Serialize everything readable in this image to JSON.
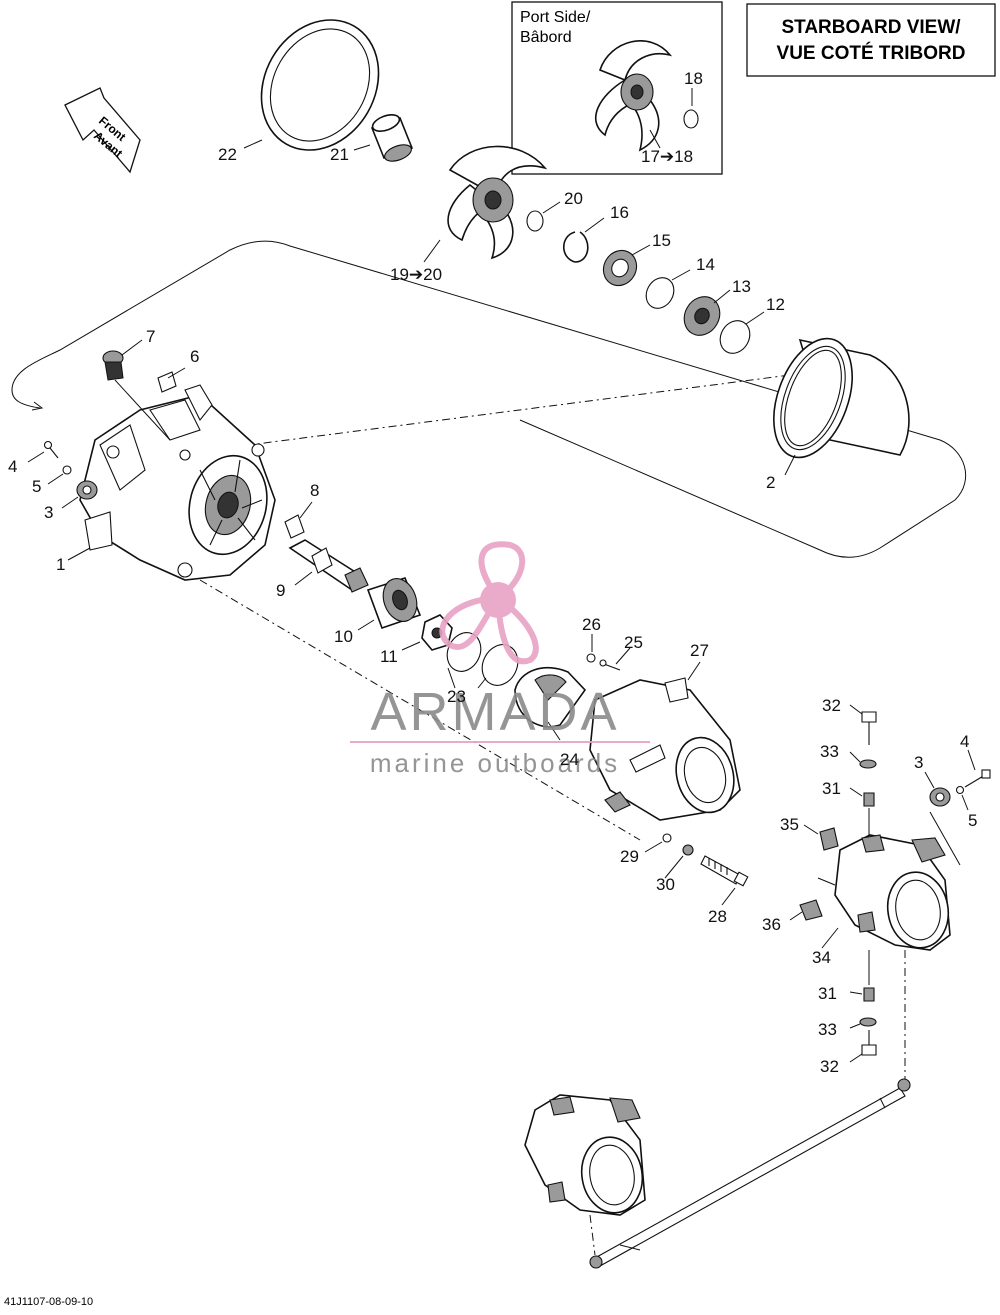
{
  "view_title": {
    "line1": "STARBOARD VIEW/",
    "line2": "VUE COTÉ TRIBORD"
  },
  "inset": {
    "label_line1": "Port Side/",
    "label_line2": "Bâbord",
    "callouts": [
      "18",
      "17➔18"
    ]
  },
  "front_arrow": {
    "line1": "Front",
    "line2": "Avant"
  },
  "watermark": {
    "brand": "ARMADA",
    "tagline": "marine outboards",
    "colors": {
      "brand": "#8a8a8a",
      "accent": "#e7a3c4"
    }
  },
  "callouts": {
    "c1": "1",
    "c2": "2",
    "c3a": "3",
    "c3b": "3",
    "c4a": "4",
    "c4b": "4",
    "c5a": "5",
    "c5b": "5",
    "c6": "6",
    "c7": "7",
    "c8": "8",
    "c9": "9",
    "c10": "10",
    "c11": "11",
    "c12": "12",
    "c13": "13",
    "c14": "14",
    "c15": "15",
    "c16": "16",
    "c19": "19➔20",
    "c20": "20",
    "c21": "21",
    "c22": "22",
    "c23": "23",
    "c24": "24",
    "c25": "25",
    "c26": "26",
    "c27": "27",
    "c28": "28",
    "c29": "29",
    "c30": "30",
    "c31a": "31",
    "c31b": "31",
    "c32a": "32",
    "c32b": "32",
    "c33a": "33",
    "c33b": "33",
    "c34": "34",
    "c35": "35",
    "c36": "36"
  },
  "figure_code": "41J1107-08-09-10"
}
